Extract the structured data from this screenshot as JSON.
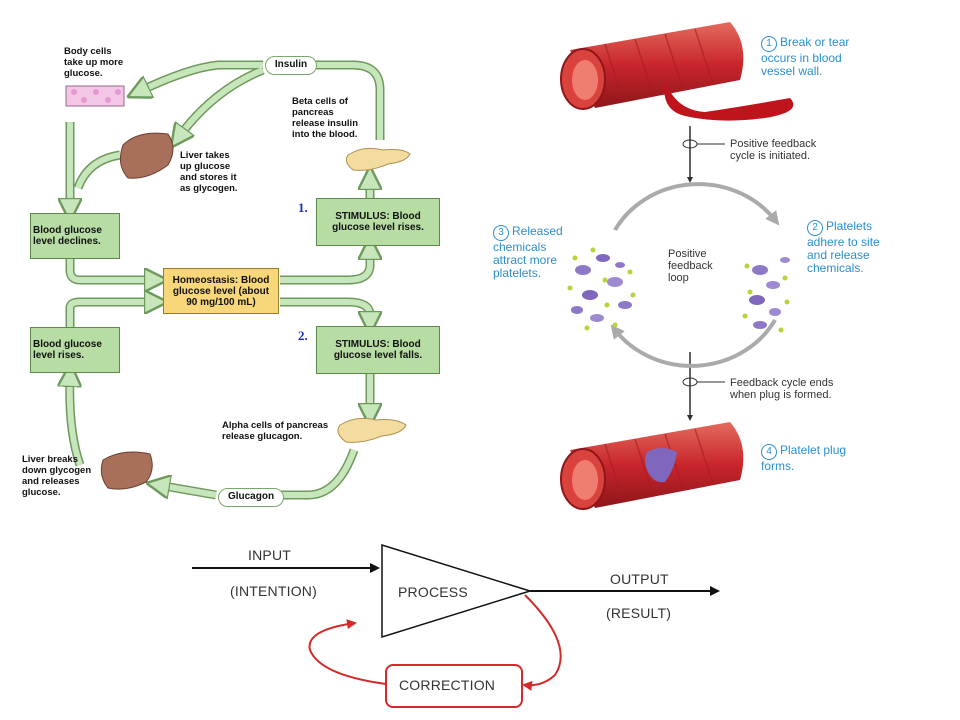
{
  "glucose": {
    "body_cells": "Body cells\ntake up more\nglucose.",
    "insulin": "Insulin",
    "beta_cells": "Beta cells of\npancreas\nrelease insulin\ninto the blood.",
    "liver_takes": "Liver takes\nup glucose\nand stores it\nas glycogen.",
    "num1": "1.",
    "stimulus_rises": "STIMULUS:\nBlood glucose level\nrises.",
    "declines": "Blood glucose\nlevel declines.",
    "homeostasis": "Homeostasis:\nBlood glucose level\n(about 90 mg/100 mL)",
    "num2": "2.",
    "stimulus_falls": "STIMULUS:\nBlood glucose level\nfalls.",
    "level_rises": "Blood glucose\nlevel rises.",
    "alpha_cells": "Alpha cells of pancreas\nrelease glucagon.",
    "liver_breaks": "Liver breaks\ndown glycogen\nand releases\nglucose.",
    "glucagon": "Glucagon"
  },
  "clotting": {
    "step1_num": "1",
    "step1_text": "Break or tear\noccurs in blood\nvessel wall.",
    "initiated": "Positive feedback\ncycle is initiated.",
    "step2_num": "2",
    "step2_text": "Platelets\nadhere to site\nand release\nchemicals.",
    "step3_num": "3",
    "step3_text": "Released\nchemicals\nattract more\nplatelets.",
    "loop_label": "Positive\nfeedback\nloop",
    "ends": "Feedback cycle ends\nwhen plug is formed.",
    "step4_num": "4",
    "step4_text": "Platelet plug\nforms."
  },
  "feedback": {
    "input": "INPUT",
    "intention": "(INTENTION)",
    "process": "PROCESS",
    "output": "OUTPUT",
    "result": "(RESULT)",
    "correction": "CORRECTION"
  },
  "colors": {
    "box_green": "#b7dca4",
    "homeostasis_yellow": "#f7d77a",
    "arrow_green": "#c8e6bb",
    "label_blue": "#2b8fd0",
    "vessel_red": "#c8252b",
    "correction_red": "#d42a2a"
  }
}
